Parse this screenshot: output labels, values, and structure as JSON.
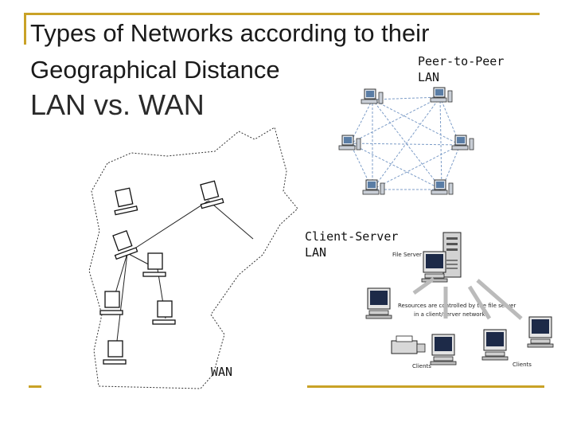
{
  "slide": {
    "title_line1": "Types of Networks according to their",
    "title_line2": "Geographical Distance",
    "subtitle": "LAN vs. WAN",
    "accent_color": "#c9a227"
  },
  "labels": {
    "peer_to_peer_line1": "Peer-to-Peer",
    "peer_to_peer_line2": "LAN",
    "client_server_line1": "Client-Server",
    "client_server_line2": "LAN",
    "wan": "WAN"
  },
  "client_server_diagram": {
    "file_server": "File Server",
    "note_line1": "Resources are controlled by the file server",
    "note_line2": "in a client/server network.",
    "clients_left": "Clients",
    "clients_right": "Clients"
  }
}
